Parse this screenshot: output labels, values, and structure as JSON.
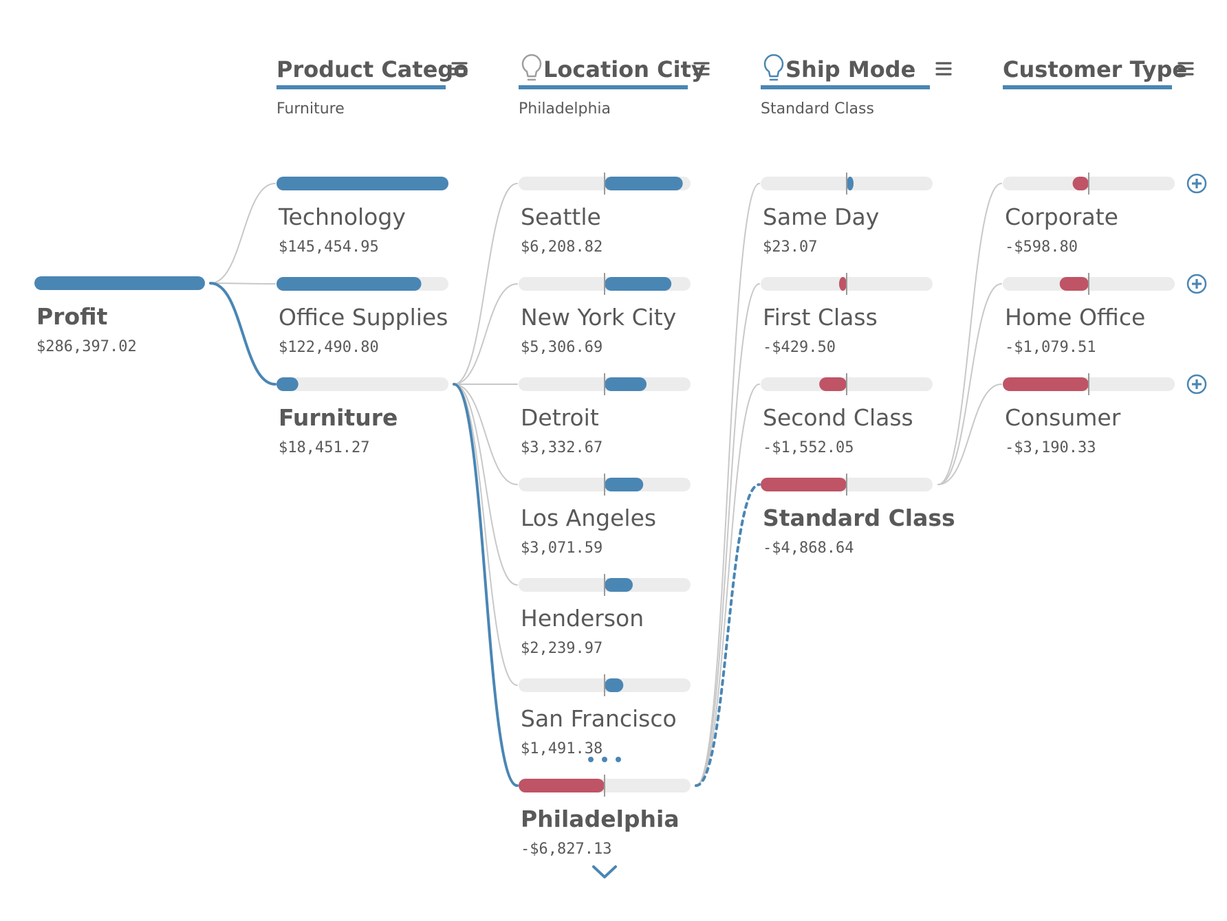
{
  "root": {
    "label": "Profit",
    "value_text": "$286,397.02",
    "value": 286397.02
  },
  "columns": [
    {
      "header": "Product Catego",
      "selected": "Furniture",
      "has_insight_icon": false,
      "items": [
        {
          "label": "Technology",
          "value_text": "$145,454.95",
          "value": 145454.95
        },
        {
          "label": "Office Supplies",
          "value_text": "$122,490.80",
          "value": 122490.8
        },
        {
          "label": "Furniture",
          "value_text": "$18,451.27",
          "value": 18451.27,
          "selected": true
        }
      ]
    },
    {
      "header": "Location City",
      "selected": "Philadelphia",
      "has_insight_icon": true,
      "items": [
        {
          "label": "Seattle",
          "value_text": "$6,208.82",
          "value": 6208.82
        },
        {
          "label": "New York City",
          "value_text": "$5,306.69",
          "value": 5306.69
        },
        {
          "label": "Detroit",
          "value_text": "$3,332.67",
          "value": 3332.67
        },
        {
          "label": "Los Angeles",
          "value_text": "$3,071.59",
          "value": 3071.59
        },
        {
          "label": "Henderson",
          "value_text": "$2,239.97",
          "value": 2239.97
        },
        {
          "label": "San Francisco",
          "value_text": "$1,491.38",
          "value": 1491.38
        },
        {
          "label": "Philadelphia",
          "value_text": "-$6,827.13",
          "value": -6827.13,
          "selected": true
        }
      ]
    },
    {
      "header": "Ship Mode",
      "selected": "Standard Class",
      "has_insight_icon": true,
      "items": [
        {
          "label": "Same Day",
          "value_text": "$23.07",
          "value": 23.07
        },
        {
          "label": "First Class",
          "value_text": "-$429.50",
          "value": -429.5
        },
        {
          "label": "Second Class",
          "value_text": "-$1,552.05",
          "value": -1552.05
        },
        {
          "label": "Standard Class",
          "value_text": "-$4,868.64",
          "value": -4868.64,
          "selected": true
        }
      ]
    },
    {
      "header": "Customer Type",
      "selected": "",
      "has_insight_icon": false,
      "items": [
        {
          "label": "Corporate",
          "value_text": "-$598.80",
          "value": -598.8
        },
        {
          "label": "Home Office",
          "value_text": "-$1,079.51",
          "value": -1079.51
        },
        {
          "label": "Consumer",
          "value_text": "-$3,190.33",
          "value": -3190.33
        }
      ]
    }
  ],
  "chart_data": {
    "type": "decomposition-tree",
    "measure": "Profit",
    "total": 286397.02,
    "levels": [
      {
        "dimension": "Product Catego",
        "selected": "Furniture",
        "categories": [
          "Technology",
          "Office Supplies",
          "Furniture"
        ],
        "values": [
          145454.95,
          122490.8,
          18451.27
        ]
      },
      {
        "dimension": "Location City",
        "selected": "Philadelphia",
        "categories": [
          "Seattle",
          "New York City",
          "Detroit",
          "Los Angeles",
          "Henderson",
          "San Francisco",
          "Philadelphia"
        ],
        "values": [
          6208.82,
          5306.69,
          3332.67,
          3071.59,
          2239.97,
          1491.38,
          -6827.13
        ]
      },
      {
        "dimension": "Ship Mode",
        "selected": "Standard Class",
        "categories": [
          "Same Day",
          "First Class",
          "Second Class",
          "Standard Class"
        ],
        "values": [
          23.07,
          -429.5,
          -1552.05,
          -4868.64
        ]
      },
      {
        "dimension": "Customer Type",
        "categories": [
          "Corporate",
          "Home Office",
          "Consumer"
        ],
        "values": [
          -598.8,
          -1079.51,
          -3190.33
        ]
      }
    ]
  },
  "colors": {
    "positive": "#4a86b4",
    "negative": "#bf5466",
    "track": "#ececec",
    "text": "#595959",
    "connector": "#c8c8c8",
    "zero_line": "#9a9a9a"
  },
  "icons": {
    "menu": "hamburger-menu-icon",
    "insight": "lightbulb-icon",
    "expand": "plus-circle-icon",
    "more": "ellipsis-icon",
    "scroll": "chevron-down-icon"
  }
}
